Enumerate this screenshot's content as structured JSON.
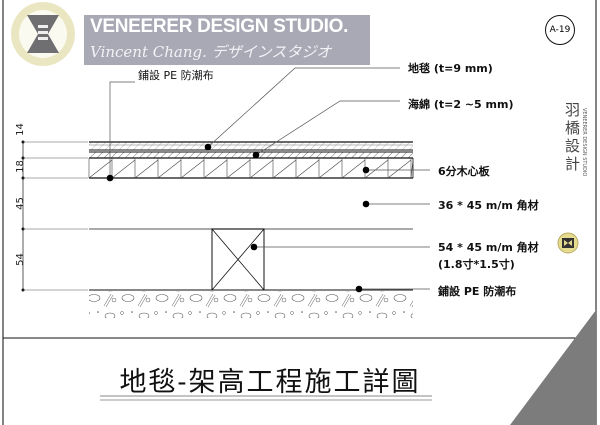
{
  "brand": {
    "title": "VENEERER DESIGN STUDIO.",
    "subtitle": "Vincent Chang. デザインスタジオ",
    "vertical_name": "羽橋設計",
    "vertical_sub": "VENEERER DESIGN STUDIO"
  },
  "sheet_number": "A-19",
  "dimensions": [
    "14",
    "18",
    "45",
    "54"
  ],
  "labels": {
    "pe_top": "鋪設 PE 防潮布",
    "carpet": "地毯 (t=9 mm)",
    "sponge": "海綿 (t=2 ~5 mm)",
    "plywood": "6分木心板",
    "joist": "36 * 45 m/m 角材",
    "sleeper": "54 * 45 m/m 角材",
    "sleeper_sub": "(1.8寸*1.5寸)",
    "pe_bottom": "鋪設 PE 防潮布"
  },
  "title": "地毯-架高工程施工詳圖"
}
